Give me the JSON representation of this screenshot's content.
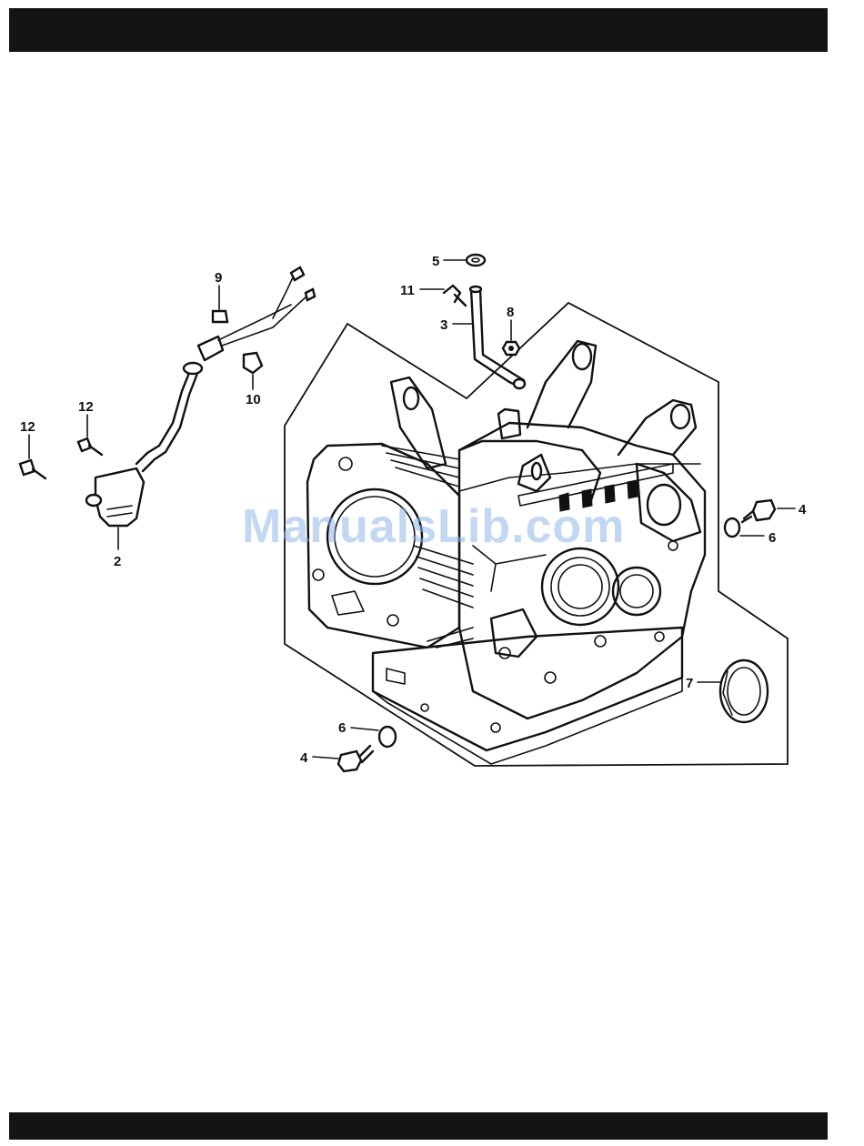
{
  "watermark": "ManualsLib.com",
  "callouts": {
    "c2": "2",
    "c3": "3",
    "c4a": "4",
    "c4b": "4",
    "c5": "5",
    "c6a": "6",
    "c6b": "6",
    "c7": "7",
    "c8": "8",
    "c9": "9",
    "c10": "10",
    "c11": "11",
    "c12a": "12",
    "c12b": "12"
  },
  "colors": {
    "ink": "#111111",
    "header_bar": "#141414",
    "watermark": "#8fb6e8"
  }
}
